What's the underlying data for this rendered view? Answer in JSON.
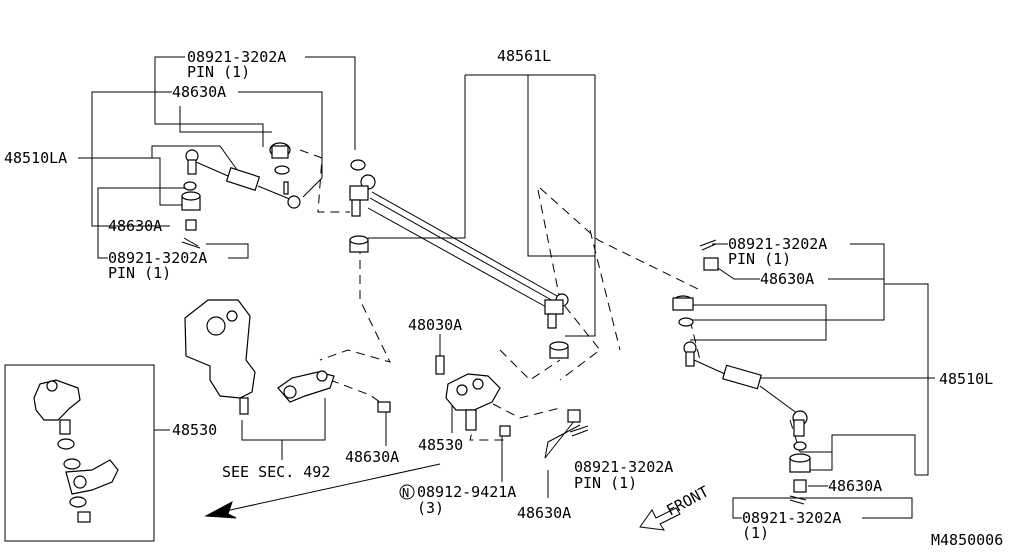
{
  "labels": {
    "pin_top_left_code": "08921-3202A",
    "pin_top_left_desc": "PIN (1)",
    "nut_top_left": "48630A",
    "tie_rod_left": "48510LA",
    "nut_left_lower": "48630A",
    "pin_left_lower_code": "08921-3202A",
    "pin_left_lower_desc": "PIN (1)",
    "relay_rod": "48561L",
    "pin_right_upper_code": "08921-3202A",
    "pin_right_upper_desc": "PIN (1)",
    "nut_right_upper": "48630A",
    "tie_rod_right": "48510L",
    "nut_right_lower": "48630A",
    "pin_right_lower_code": "08921-3202A",
    "pin_right_lower_desc": "(1)",
    "idler_bolt": "48030A",
    "idler_arm": "48530",
    "idler_nut_code": "08912-9421A",
    "idler_nut_desc": "(3)",
    "center_pin_code": "08921-3202A",
    "center_pin_desc": "PIN (1)",
    "center_nut": "48630A",
    "gear_nut": "48630A",
    "see_sec": "SEE SEC. 492",
    "inset_part": "48530",
    "front": "FRONT",
    "nut_symbol": "N",
    "figure_code": "M4850006"
  }
}
